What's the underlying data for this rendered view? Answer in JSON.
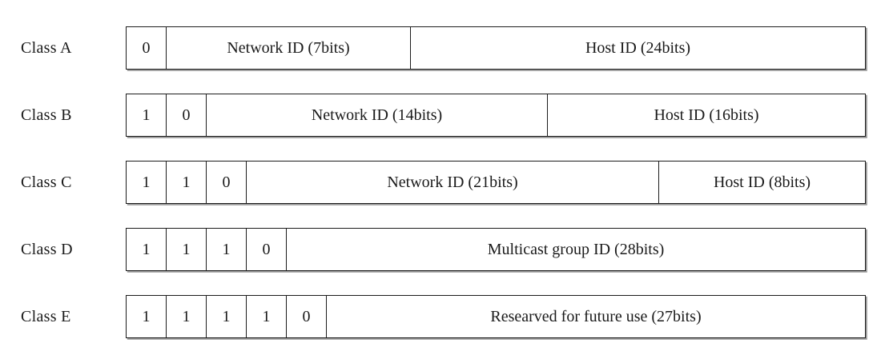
{
  "diagram": {
    "description": "IP address class formats",
    "colors": {
      "background": "#ffffff",
      "border": "#1c1c1c",
      "text": "#1a1a1a",
      "shadow": "#9a9a9a"
    },
    "rows": [
      {
        "label": "Class A",
        "cells": [
          {
            "text": "0"
          },
          {
            "text": "Network ID (7bits)"
          },
          {
            "text": "Host ID (24bits)"
          }
        ]
      },
      {
        "label": "Class B",
        "cells": [
          {
            "text": "1"
          },
          {
            "text": "0"
          },
          {
            "text": "Network ID (14bits)"
          },
          {
            "text": "Host ID (16bits)"
          }
        ]
      },
      {
        "label": "Class C",
        "cells": [
          {
            "text": "1"
          },
          {
            "text": "1"
          },
          {
            "text": "0"
          },
          {
            "text": "Network ID (21bits)"
          },
          {
            "text": "Host ID (8bits)"
          }
        ]
      },
      {
        "label": "Class D",
        "cells": [
          {
            "text": "1"
          },
          {
            "text": "1"
          },
          {
            "text": "1"
          },
          {
            "text": "0"
          },
          {
            "text": "Multicast group ID (28bits)"
          }
        ]
      },
      {
        "label": "Class E",
        "cells": [
          {
            "text": "1"
          },
          {
            "text": "1"
          },
          {
            "text": "1"
          },
          {
            "text": "1"
          },
          {
            "text": "0"
          },
          {
            "text": "Researved for future use (27bits)"
          }
        ]
      }
    ]
  }
}
